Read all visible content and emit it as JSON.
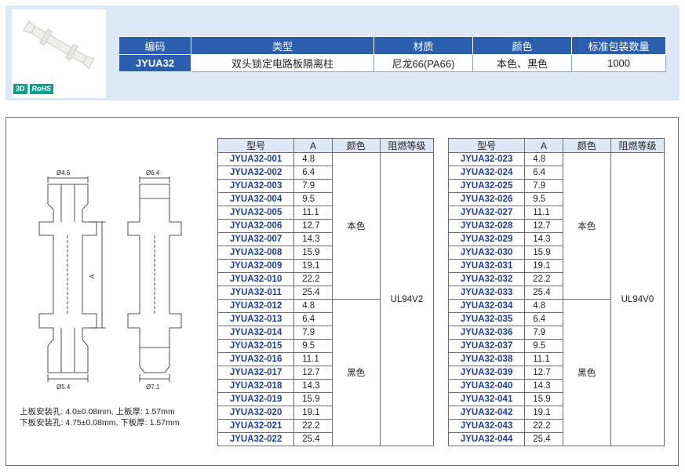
{
  "summary": {
    "headers": [
      "编码",
      "类型",
      "材质",
      "颜色",
      "标准包装数量"
    ],
    "row": {
      "code": "JYUA32",
      "type": "双头锁定电路板隔离柱",
      "material": "尼龙66(PA66)",
      "color": "本色、黑色",
      "package_qty": "1000"
    }
  },
  "badges": [
    "3D",
    "RoHS"
  ],
  "drawing": {
    "left_top_dia": "Ø4.6",
    "left_bottom_dia": "Ø5.4",
    "right_top_dia": "Ø6.4",
    "right_bottom_dia": "Ø7.1",
    "length_label": "A"
  },
  "notes": {
    "line1": "上板安装孔: 4.0±0.08mm, 上板厚: 1.57mm",
    "line2": "下板安装孔: 4.75±0.08mm, 下板厚: 1.57mm"
  },
  "spec_headers": [
    "型号",
    "A",
    "颜色",
    "阻燃等级"
  ],
  "table_left": {
    "rating": "UL94V2",
    "groups": [
      {
        "color": "本色",
        "rows": [
          {
            "model": "JYUA32-001",
            "a": "4.8"
          },
          {
            "model": "JYUA32-002",
            "a": "6.4"
          },
          {
            "model": "JYUA32-003",
            "a": "7.9"
          },
          {
            "model": "JYUA32-004",
            "a": "9.5"
          },
          {
            "model": "JYUA32-005",
            "a": "11.1"
          },
          {
            "model": "JYUA32-006",
            "a": "12.7"
          },
          {
            "model": "JYUA32-007",
            "a": "14.3"
          },
          {
            "model": "JYUA32-008",
            "a": "15.9"
          },
          {
            "model": "JYUA32-009",
            "a": "19.1"
          },
          {
            "model": "JYUA32-010",
            "a": "22.2"
          },
          {
            "model": "JYUA32-011",
            "a": "25.4"
          }
        ]
      },
      {
        "color": "黑色",
        "rows": [
          {
            "model": "JYUA32-012",
            "a": "4.8"
          },
          {
            "model": "JYUA32-013",
            "a": "6.4"
          },
          {
            "model": "JYUA32-014",
            "a": "7.9"
          },
          {
            "model": "JYUA32-015",
            "a": "9.5"
          },
          {
            "model": "JYUA32-016",
            "a": "11.1"
          },
          {
            "model": "JYUA32-017",
            "a": "12.7"
          },
          {
            "model": "JYUA32-018",
            "a": "14.3"
          },
          {
            "model": "JYUA32-019",
            "a": "15.9"
          },
          {
            "model": "JYUA32-020",
            "a": "19.1"
          },
          {
            "model": "JYUA32-021",
            "a": "22.2"
          },
          {
            "model": "JYUA32-022",
            "a": "25.4"
          }
        ]
      }
    ]
  },
  "table_right": {
    "rating": "UL94V0",
    "groups": [
      {
        "color": "本色",
        "rows": [
          {
            "model": "JYUA32-023",
            "a": "4.8"
          },
          {
            "model": "JYUA32-024",
            "a": "6.4"
          },
          {
            "model": "JYUA32-025",
            "a": "7.9"
          },
          {
            "model": "JYUA32-026",
            "a": "9.5"
          },
          {
            "model": "JYUA32-027",
            "a": "11.1"
          },
          {
            "model": "JYUA32-028",
            "a": "12.7"
          },
          {
            "model": "JYUA32-029",
            "a": "14.3"
          },
          {
            "model": "JYUA32-030",
            "a": "15.9"
          },
          {
            "model": "JYUA32-031",
            "a": "19.1"
          },
          {
            "model": "JYUA32-032",
            "a": "22.2"
          },
          {
            "model": "JYUA32-033",
            "a": "25.4"
          }
        ]
      },
      {
        "color": "黑色",
        "rows": [
          {
            "model": "JYUA32-034",
            "a": "4.8"
          },
          {
            "model": "JYUA32-035",
            "a": "6.4"
          },
          {
            "model": "JYUA32-036",
            "a": "7.9"
          },
          {
            "model": "JYUA32-037",
            "a": "9.5"
          },
          {
            "model": "JYUA32-038",
            "a": "11.1"
          },
          {
            "model": "JYUA32-039",
            "a": "12.7"
          },
          {
            "model": "JYUA32-040",
            "a": "14.3"
          },
          {
            "model": "JYUA32-041",
            "a": "15.9"
          },
          {
            "model": "JYUA32-042",
            "a": "19.1"
          },
          {
            "model": "JYUA32-043",
            "a": "22.2"
          },
          {
            "model": "JYUA32-044",
            "a": "25.4"
          }
        ]
      }
    ]
  },
  "colors": {
    "header_blue": "#2b5fae",
    "band": "#dde8f6",
    "model_text": "#1f3f8f",
    "badge_green": "#0aa08c"
  }
}
